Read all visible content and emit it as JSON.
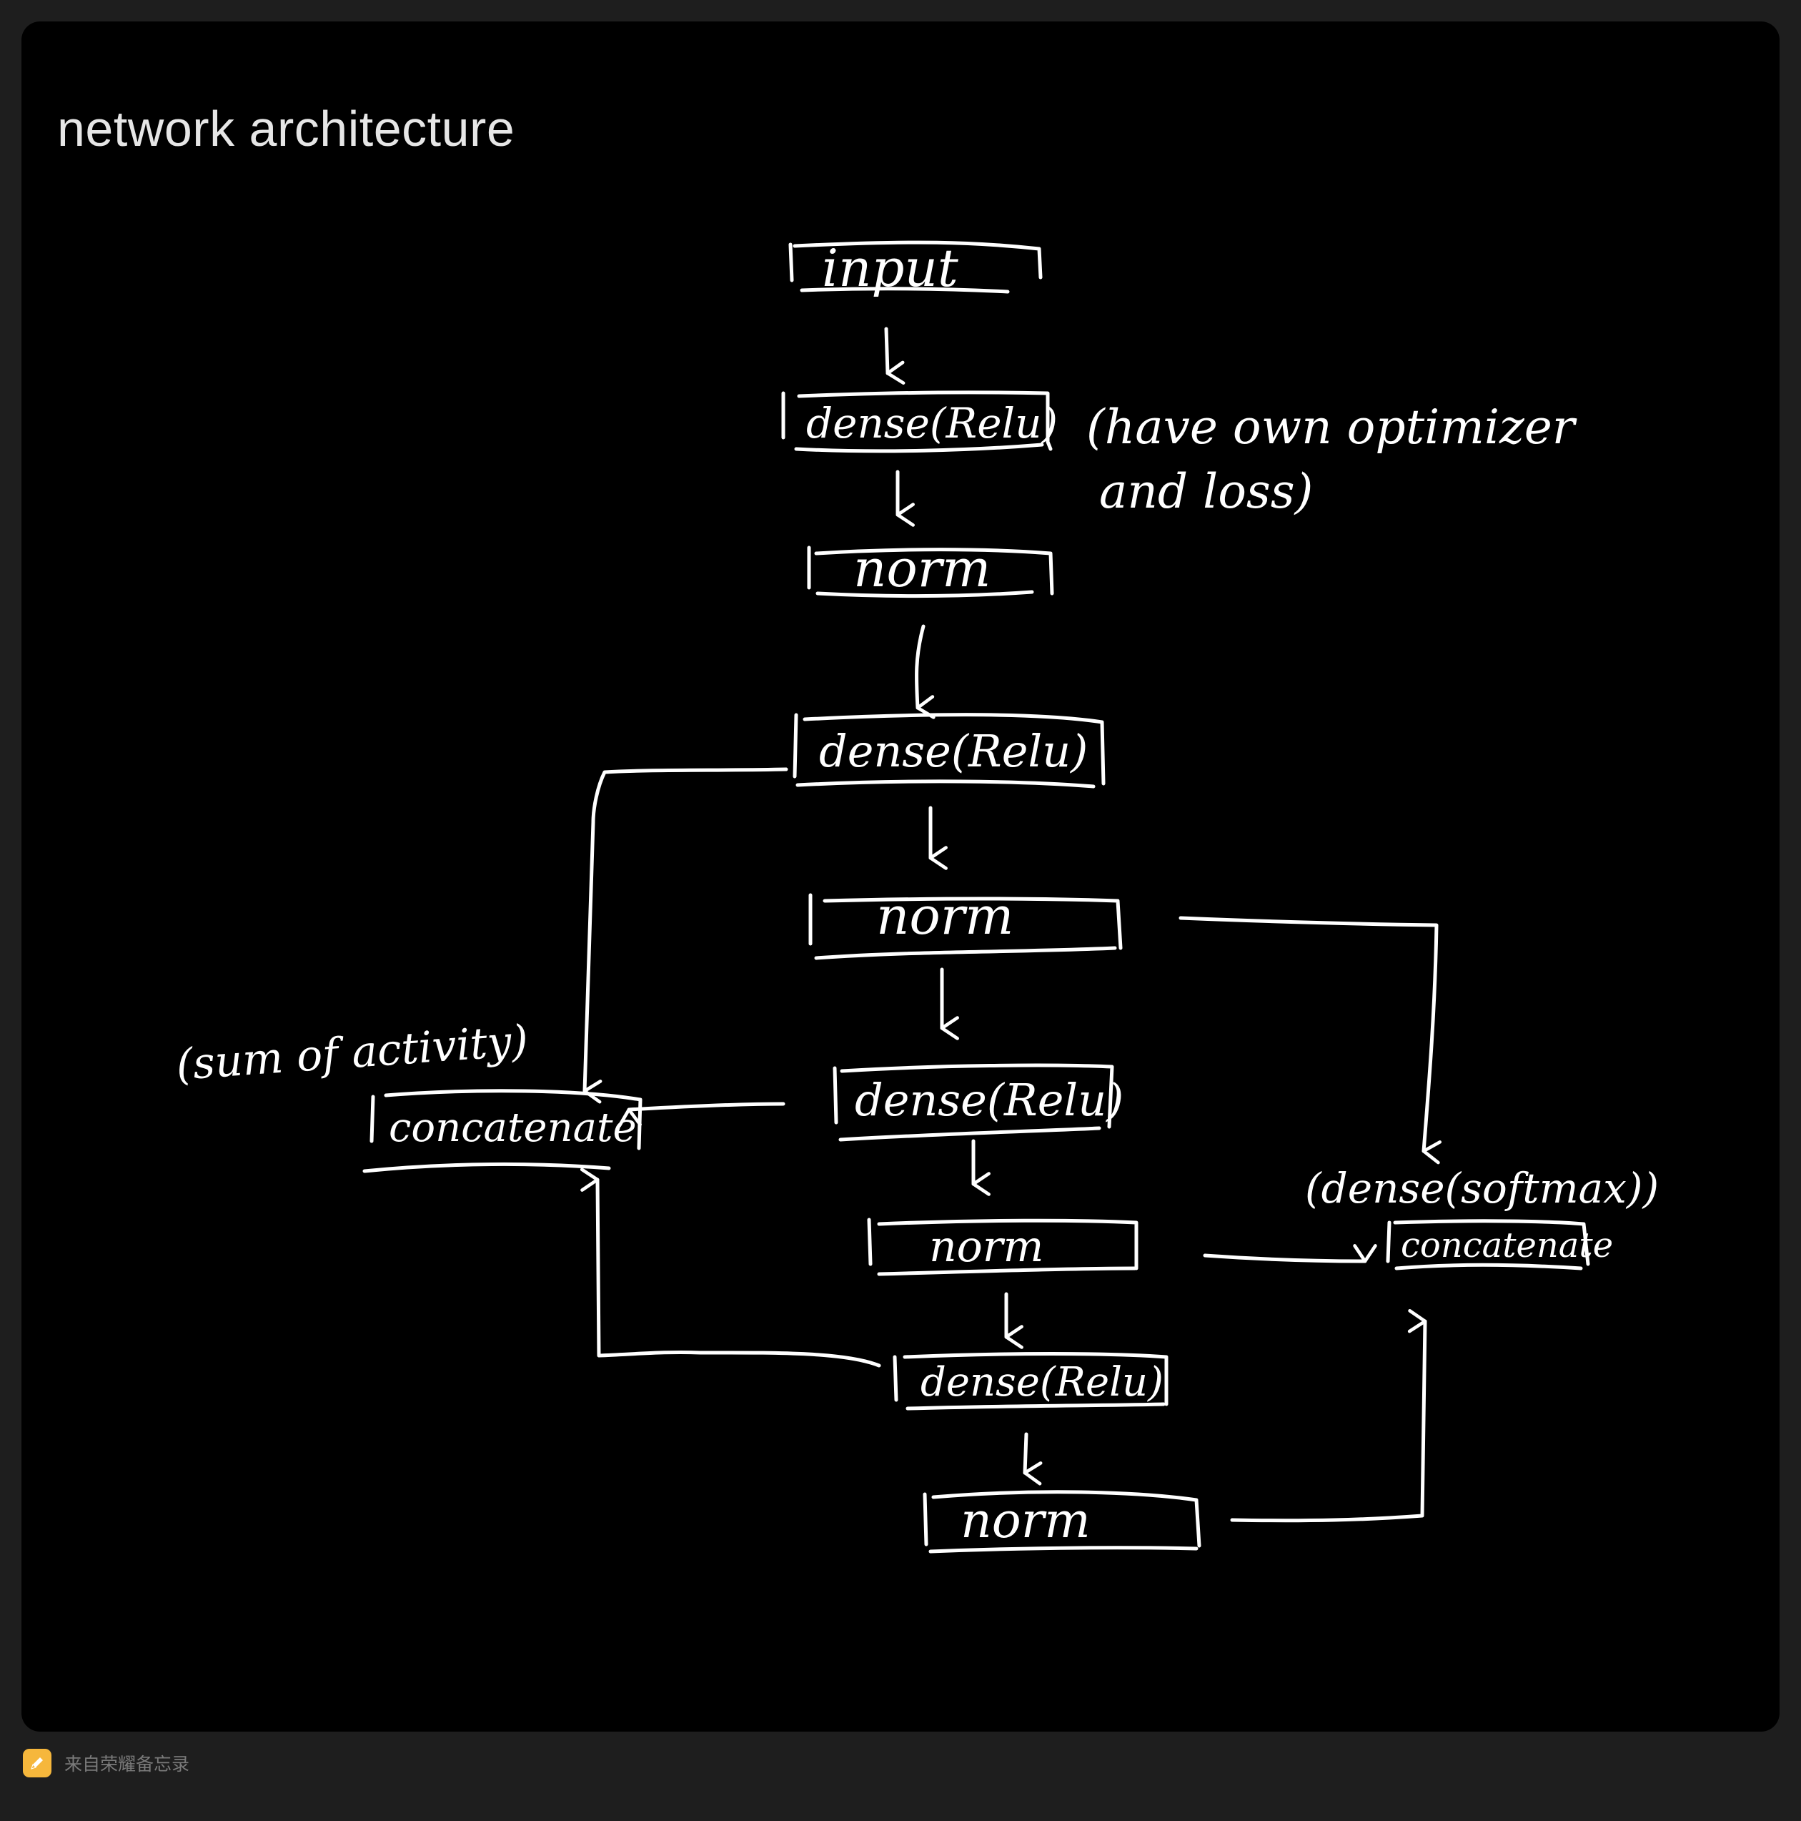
{
  "note": {
    "title": "network architecture"
  },
  "diagram": {
    "nodes": {
      "input": "input",
      "dense1": "dense(Relu)",
      "norm1": "norm",
      "dense2": "dense(Relu)",
      "norm2": "norm",
      "dense3": "dense(Relu)",
      "norm3": "norm",
      "dense4": "dense(Relu)",
      "norm4": "norm",
      "concat_left": "concatenate",
      "concat_right": "concatenate"
    },
    "annotations": {
      "optimizer_line1": "(have own optimizer",
      "optimizer_line2": "and loss)",
      "activity": "(sum of activity)",
      "softmax": "(dense(softmax))"
    }
  },
  "footer": {
    "source_label": "来自荣耀备忘录",
    "icon": "pencil-note-icon"
  },
  "colors": {
    "background": "#1e1e1e",
    "canvas": "#000000",
    "ink": "#ffffff",
    "icon_accent": "#f6b73c"
  }
}
